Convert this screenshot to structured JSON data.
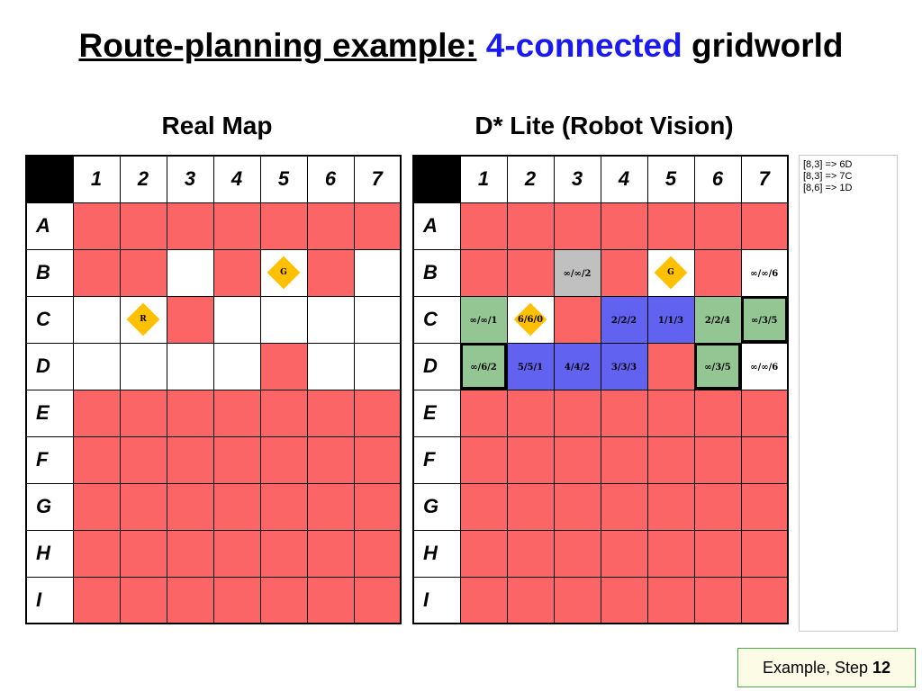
{
  "title": {
    "part1": "Route-planning example:",
    "part2": "4-connected",
    "part3": "gridworld"
  },
  "left_grid": {
    "heading": "Real Map",
    "columns": [
      "1",
      "2",
      "3",
      "4",
      "5",
      "6",
      "7"
    ],
    "rows": [
      {
        "label": "A",
        "cells": [
          {
            "c": "blocked"
          },
          {
            "c": "blocked"
          },
          {
            "c": "blocked"
          },
          {
            "c": "blocked"
          },
          {
            "c": "blocked"
          },
          {
            "c": "blocked"
          },
          {
            "c": "blocked"
          }
        ]
      },
      {
        "label": "B",
        "cells": [
          {
            "c": "blocked"
          },
          {
            "c": "blocked"
          },
          {
            "c": "free"
          },
          {
            "c": "blocked"
          },
          {
            "c": "free",
            "marker": "G"
          },
          {
            "c": "blocked"
          },
          {
            "c": "free"
          }
        ]
      },
      {
        "label": "C",
        "cells": [
          {
            "c": "free"
          },
          {
            "c": "free",
            "marker": "R"
          },
          {
            "c": "blocked"
          },
          {
            "c": "free"
          },
          {
            "c": "free"
          },
          {
            "c": "free"
          },
          {
            "c": "free"
          }
        ]
      },
      {
        "label": "D",
        "cells": [
          {
            "c": "free"
          },
          {
            "c": "free"
          },
          {
            "c": "free"
          },
          {
            "c": "free"
          },
          {
            "c": "blocked"
          },
          {
            "c": "free"
          },
          {
            "c": "free"
          }
        ]
      },
      {
        "label": "E",
        "cells": [
          {
            "c": "blocked"
          },
          {
            "c": "blocked"
          },
          {
            "c": "blocked"
          },
          {
            "c": "blocked"
          },
          {
            "c": "blocked"
          },
          {
            "c": "blocked"
          },
          {
            "c": "blocked"
          }
        ]
      },
      {
        "label": "F",
        "cells": [
          {
            "c": "blocked"
          },
          {
            "c": "blocked"
          },
          {
            "c": "blocked"
          },
          {
            "c": "blocked"
          },
          {
            "c": "blocked"
          },
          {
            "c": "blocked"
          },
          {
            "c": "blocked"
          }
        ]
      },
      {
        "label": "G",
        "cells": [
          {
            "c": "blocked"
          },
          {
            "c": "blocked"
          },
          {
            "c": "blocked"
          },
          {
            "c": "blocked"
          },
          {
            "c": "blocked"
          },
          {
            "c": "blocked"
          },
          {
            "c": "blocked"
          }
        ]
      },
      {
        "label": "H",
        "cells": [
          {
            "c": "blocked"
          },
          {
            "c": "blocked"
          },
          {
            "c": "blocked"
          },
          {
            "c": "blocked"
          },
          {
            "c": "blocked"
          },
          {
            "c": "blocked"
          },
          {
            "c": "blocked"
          }
        ]
      },
      {
        "label": "I",
        "cells": [
          {
            "c": "blocked"
          },
          {
            "c": "blocked"
          },
          {
            "c": "blocked"
          },
          {
            "c": "blocked"
          },
          {
            "c": "blocked"
          },
          {
            "c": "blocked"
          },
          {
            "c": "blocked"
          }
        ]
      }
    ]
  },
  "right_grid": {
    "heading": "D* Lite (Robot Vision)",
    "columns": [
      "1",
      "2",
      "3",
      "4",
      "5",
      "6",
      "7"
    ],
    "rows": [
      {
        "label": "A",
        "cells": [
          {
            "c": "blocked"
          },
          {
            "c": "blocked"
          },
          {
            "c": "blocked"
          },
          {
            "c": "blocked"
          },
          {
            "c": "blocked"
          },
          {
            "c": "blocked"
          },
          {
            "c": "blocked"
          }
        ]
      },
      {
        "label": "B",
        "cells": [
          {
            "c": "blocked"
          },
          {
            "c": "blocked"
          },
          {
            "c": "gray",
            "text": "∞/∞/2"
          },
          {
            "c": "blocked"
          },
          {
            "c": "free",
            "marker": "G"
          },
          {
            "c": "blocked"
          },
          {
            "c": "free",
            "text": "∞/∞/6"
          }
        ]
      },
      {
        "label": "C",
        "cells": [
          {
            "c": "green",
            "text": "∞/∞/1"
          },
          {
            "c": "free",
            "marker": "6/6/0"
          },
          {
            "c": "blocked"
          },
          {
            "c": "blue",
            "text": "2/2/2"
          },
          {
            "c": "blue",
            "text": "1/1/3"
          },
          {
            "c": "green",
            "text": "2/2/4"
          },
          {
            "c": "green",
            "text": "∞/3/5",
            "bold": true
          }
        ]
      },
      {
        "label": "D",
        "cells": [
          {
            "c": "green",
            "text": "∞/6/2",
            "bold": true
          },
          {
            "c": "blue",
            "text": "5/5/1"
          },
          {
            "c": "blue",
            "text": "4/4/2"
          },
          {
            "c": "blue",
            "text": "3/3/3"
          },
          {
            "c": "blocked"
          },
          {
            "c": "green",
            "text": "∞/3/5",
            "bold": true
          },
          {
            "c": "free",
            "text": "∞/∞/6"
          }
        ]
      },
      {
        "label": "E",
        "cells": [
          {
            "c": "blocked"
          },
          {
            "c": "blocked"
          },
          {
            "c": "blocked"
          },
          {
            "c": "blocked"
          },
          {
            "c": "blocked"
          },
          {
            "c": "blocked"
          },
          {
            "c": "blocked"
          }
        ]
      },
      {
        "label": "F",
        "cells": [
          {
            "c": "blocked"
          },
          {
            "c": "blocked"
          },
          {
            "c": "blocked"
          },
          {
            "c": "blocked"
          },
          {
            "c": "blocked"
          },
          {
            "c": "blocked"
          },
          {
            "c": "blocked"
          }
        ]
      },
      {
        "label": "G",
        "cells": [
          {
            "c": "blocked"
          },
          {
            "c": "blocked"
          },
          {
            "c": "blocked"
          },
          {
            "c": "blocked"
          },
          {
            "c": "blocked"
          },
          {
            "c": "blocked"
          },
          {
            "c": "blocked"
          }
        ]
      },
      {
        "label": "H",
        "cells": [
          {
            "c": "blocked"
          },
          {
            "c": "blocked"
          },
          {
            "c": "blocked"
          },
          {
            "c": "blocked"
          },
          {
            "c": "blocked"
          },
          {
            "c": "blocked"
          },
          {
            "c": "blocked"
          }
        ]
      },
      {
        "label": "I",
        "cells": [
          {
            "c": "blocked"
          },
          {
            "c": "blocked"
          },
          {
            "c": "blocked"
          },
          {
            "c": "blocked"
          },
          {
            "c": "blocked"
          },
          {
            "c": "blocked"
          },
          {
            "c": "blocked"
          }
        ]
      }
    ]
  },
  "log": [
    "[8,3] => 6D",
    "[8,3] => 7C",
    "[8,6] => 1D"
  ],
  "step": {
    "label": "Example, Step",
    "number": "12"
  },
  "colors": {
    "blocked": "#fb6565",
    "free": "#ffffff",
    "green": "#93c693",
    "blue": "#6262f0",
    "gray": "#c0c0c0",
    "marker": "#ffc000",
    "title_accent": "#1a1af0"
  }
}
